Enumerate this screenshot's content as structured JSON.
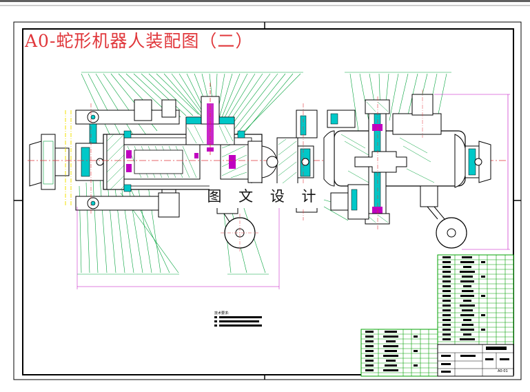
{
  "title": "A0-蛇形机器人装配图（二）",
  "watermark": "图 文 设 计",
  "tech_requirements_heading": "技术要求:",
  "drawing_number": "A0-01",
  "colors": {
    "outline": "#000000",
    "hatch": "#00a13a",
    "teal_fill": "#00c8c8",
    "magenta": "#c000c0",
    "red": "#e0363a",
    "yellow": "#f0e000",
    "table": "#00a000"
  }
}
